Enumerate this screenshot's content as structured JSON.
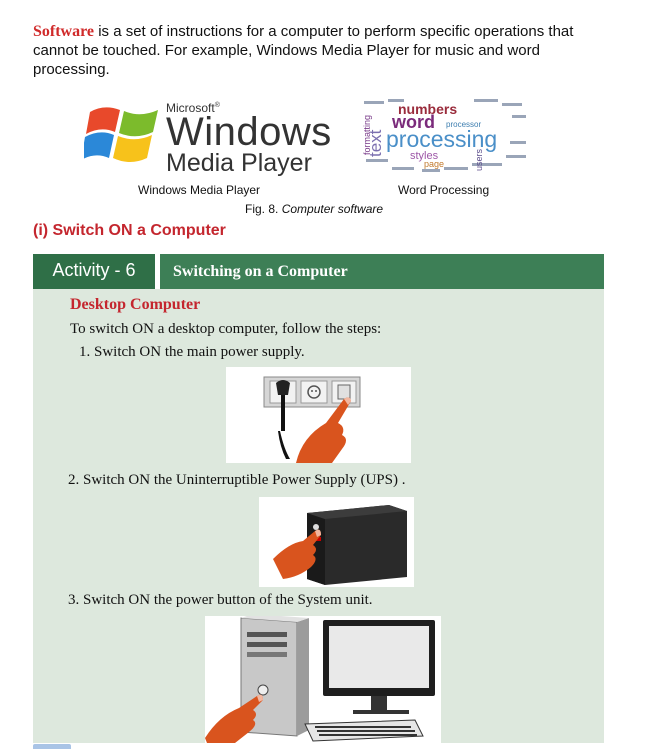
{
  "intro": {
    "term": "Software",
    "text": " is a set of instructions for a computer to perform specific operations that cannot be touched. For example, Windows Media Player for music and word processing."
  },
  "figure": {
    "logo": {
      "microsoft": "Microsoft",
      "trademark": "®",
      "windows": "Windows",
      "media_player": "Media Player"
    },
    "cloud_words": [
      "numbers",
      "word",
      "processor",
      "processing",
      "styles",
      "page",
      "text",
      "formatting",
      "users"
    ],
    "caption_left": "Windows Media Player",
    "caption_right": "Word Processing",
    "caption_fig_num": "Fig. 8.",
    "caption_fig_text": " Computer software"
  },
  "section": {
    "heading": "(i) Switch ON a Computer"
  },
  "activity": {
    "label": "Activity - 6",
    "title": "Switching on a Computer",
    "subheading": "Desktop Computer",
    "intro": "To switch ON a desktop computer, follow the steps:",
    "steps": [
      "1. Switch ON the main power supply.",
      "2. Switch ON the Uninterruptible Power Supply (UPS) .",
      "3. Switch ON the power button of the System unit."
    ]
  },
  "colors": {
    "heading_red": "#c4262e",
    "activity_green": "#3d7f56",
    "activity_tab_green": "#2f6f47",
    "activity_body": "#dde8dd",
    "hand": "#d9541e"
  }
}
